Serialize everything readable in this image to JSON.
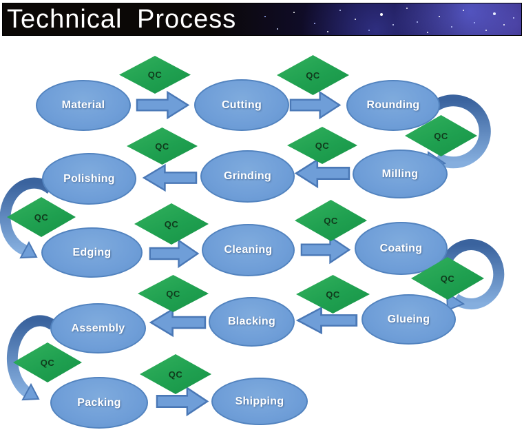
{
  "header": {
    "title": "Technical Process"
  },
  "diagram": {
    "qc_label": "QC",
    "nodes": [
      {
        "id": "material",
        "label": "Material"
      },
      {
        "id": "cutting",
        "label": "Cutting"
      },
      {
        "id": "rounding",
        "label": "Rounding"
      },
      {
        "id": "polishing",
        "label": "Polishing"
      },
      {
        "id": "grinding",
        "label": "Grinding"
      },
      {
        "id": "milling",
        "label": "Milling"
      },
      {
        "id": "edging",
        "label": "Edging"
      },
      {
        "id": "cleaning",
        "label": "Cleaning"
      },
      {
        "id": "coating",
        "label": "Coating"
      },
      {
        "id": "assembly",
        "label": "Assembly"
      },
      {
        "id": "blacking",
        "label": "Blacking"
      },
      {
        "id": "glueing",
        "label": "Glueing"
      },
      {
        "id": "packing",
        "label": "Packing"
      },
      {
        "id": "shipping",
        "label": "Shipping"
      }
    ],
    "flow_order": [
      "Material",
      "Cutting",
      "Rounding",
      "Milling",
      "Grinding",
      "Polishing",
      "Edging",
      "Cleaning",
      "Coating",
      "Glueing",
      "Blacking",
      "Assembly",
      "Packing",
      "Shipping"
    ],
    "connections": [
      {
        "from": "Material",
        "to": "Cutting",
        "qc": true,
        "style": "straight-right"
      },
      {
        "from": "Cutting",
        "to": "Rounding",
        "qc": true,
        "style": "straight-right"
      },
      {
        "from": "Rounding",
        "to": "Milling",
        "qc": true,
        "style": "curved-down"
      },
      {
        "from": "Milling",
        "to": "Grinding",
        "qc": true,
        "style": "straight-left"
      },
      {
        "from": "Grinding",
        "to": "Polishing",
        "qc": true,
        "style": "straight-left"
      },
      {
        "from": "Polishing",
        "to": "Edging",
        "qc": true,
        "style": "curved-down"
      },
      {
        "from": "Edging",
        "to": "Cleaning",
        "qc": true,
        "style": "straight-right"
      },
      {
        "from": "Cleaning",
        "to": "Coating",
        "qc": true,
        "style": "straight-right"
      },
      {
        "from": "Coating",
        "to": "Glueing",
        "qc": true,
        "style": "curved-down"
      },
      {
        "from": "Glueing",
        "to": "Blacking",
        "qc": true,
        "style": "straight-left"
      },
      {
        "from": "Blacking",
        "to": "Assembly",
        "qc": true,
        "style": "straight-left"
      },
      {
        "from": "Assembly",
        "to": "Packing",
        "qc": true,
        "style": "curved-down"
      },
      {
        "from": "Packing",
        "to": "Shipping",
        "qc": true,
        "style": "straight-right"
      }
    ],
    "colors": {
      "node_fill": "#6f9ed8",
      "node_border": "#5283bf",
      "node_text": "#ffffff",
      "qc_fill": "#1fa050",
      "qc_text": "#103a1c",
      "arrow_fill": "#6f9ed8",
      "arrow_border": "#4a78b6",
      "curve_dark": "#3a639e",
      "curve_light": "#85aede",
      "header_bg": "#0b0806",
      "header_nebula": "#1a1348",
      "title_text": "#ffffff"
    }
  }
}
